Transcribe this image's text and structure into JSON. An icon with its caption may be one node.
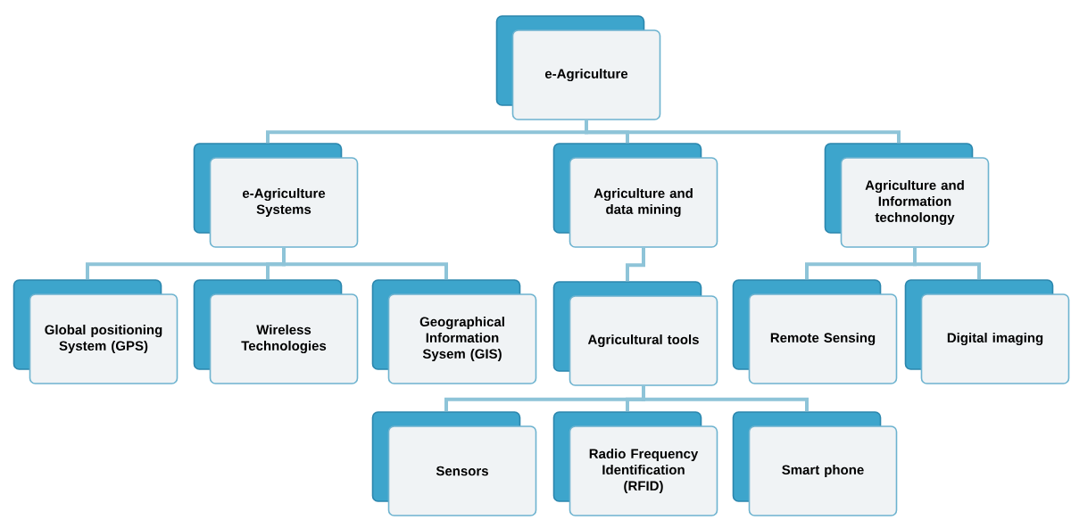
{
  "diagram": {
    "nodes": [
      {
        "text": [
          "e-Agriculture"
        ]
      },
      {
        "text": [
          "e-Agriculture Systems"
        ]
      },
      {
        "text": [
          "Agriculture and data mining"
        ]
      },
      {
        "text": [
          "Agriculture and Information technolongy"
        ]
      },
      {
        "text": [
          "Global positioning System (GPS)"
        ]
      },
      {
        "text": [
          "Wireless Technologies"
        ]
      },
      {
        "text": [
          "Geographical Information Sysem (GIS)"
        ]
      },
      {
        "text": [
          "Agricultural tools"
        ]
      },
      {
        "text": [
          "Remote Sensing"
        ]
      },
      {
        "text": [
          "Digital imaging"
        ]
      },
      {
        "text": [
          "Sensors"
        ]
      },
      {
        "text": [
          "Radio Frequency Identification (RFID)"
        ]
      },
      {
        "text": [
          "Smart phone"
        ]
      }
    ],
    "edges": [
      {
        "from": 0,
        "to": 1,
        "arrow": "none"
      },
      {
        "from": 0,
        "to": 2,
        "arrow": "none"
      },
      {
        "from": 0,
        "to": 3,
        "arrow": "none"
      },
      {
        "from": 1,
        "to": 4,
        "arrow": "none"
      },
      {
        "from": 1,
        "to": 5,
        "arrow": "none"
      },
      {
        "from": 1,
        "to": 6,
        "arrow": "none"
      },
      {
        "from": 2,
        "to": 7,
        "arrow": "none"
      },
      {
        "from": 3,
        "to": 8,
        "arrow": "none"
      },
      {
        "from": 3,
        "to": 9,
        "arrow": "none"
      },
      {
        "from": 7,
        "to": 10,
        "arrow": "none"
      },
      {
        "from": 7,
        "to": 11,
        "arrow": "none"
      },
      {
        "from": 7,
        "to": 12,
        "arrow": "none"
      }
    ]
  }
}
